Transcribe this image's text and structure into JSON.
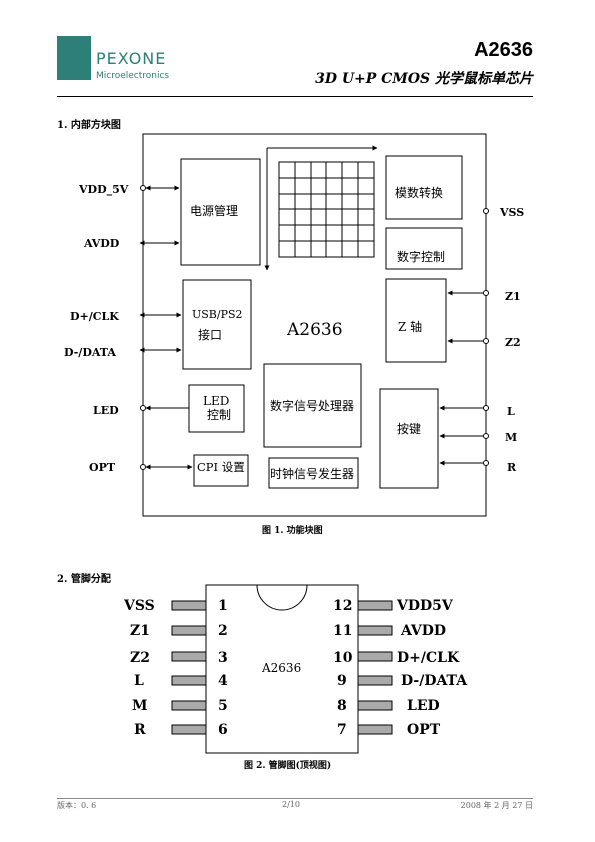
{
  "header": {
    "logo_text": "PEXONE",
    "logo_sub": "Microelectronics",
    "part": "A2636",
    "subtitle": "3D U+P CMOS 光学鼠标单芯片"
  },
  "section1": {
    "title": "1. 内部方块图",
    "pins_left": [
      "VDD_5V",
      "AVDD",
      "D+/CLK",
      "D-/DATA",
      "LED",
      "OPT"
    ],
    "pins_right": [
      "VSS",
      "Z1",
      "Z2",
      "L",
      "M",
      "R"
    ],
    "blocks": {
      "power": "电源管理",
      "adc": "模数转换",
      "digital_ctrl": "数字控制",
      "usb_line1": "USB/PS2",
      "usb_line2": "接口",
      "chip": "A2636",
      "z_axis": "Z 轴",
      "led_line1": "LED",
      "led_line2": "控制",
      "dsp": "数字信号处理器",
      "keys": "按键",
      "cpi": "CPI 设置",
      "clock": "时钟信号发生器"
    },
    "caption": "图 1. 功能块图"
  },
  "section2": {
    "title": "2. 管脚分配",
    "chip": "A2636",
    "left_pins": [
      {
        "name": "VSS",
        "num": "1"
      },
      {
        "name": "Z1",
        "num": "2"
      },
      {
        "name": "Z2",
        "num": "3"
      },
      {
        "name": "L",
        "num": "4"
      },
      {
        "name": "M",
        "num": "5"
      },
      {
        "name": "R",
        "num": "6"
      }
    ],
    "right_pins": [
      {
        "name": "VDD5V",
        "num": "12"
      },
      {
        "name": "AVDD",
        "num": "11"
      },
      {
        "name": "D+/CLK",
        "num": "10"
      },
      {
        "name": "D-/DATA",
        "num": "9"
      },
      {
        "name": "LED",
        "num": "8"
      },
      {
        "name": "OPT",
        "num": "7"
      }
    ],
    "caption": "图 2. 管脚图(顶视图)"
  },
  "footer": {
    "version": "版本：0. 6",
    "page": "2/10",
    "date": "2008 年 2 月 27 日"
  }
}
